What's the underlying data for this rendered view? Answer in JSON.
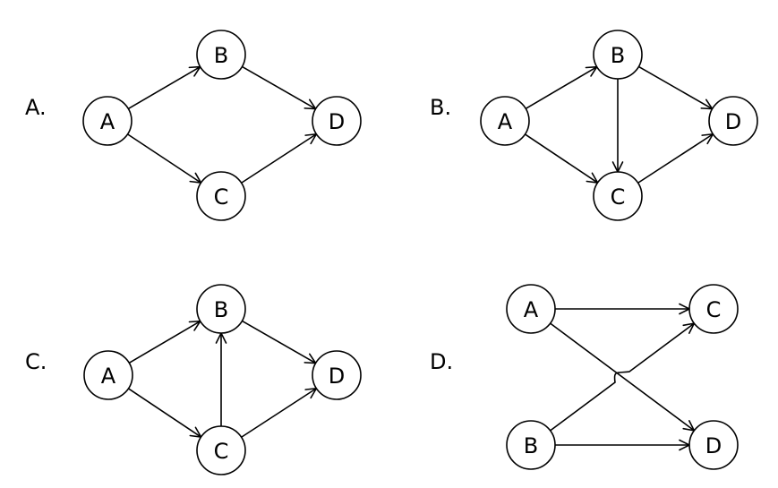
{
  "question": {
    "type": "multiple-choice-directed-graphs",
    "options": [
      {
        "id": "A",
        "label": "A.",
        "nodes": [
          "A",
          "B",
          "C",
          "D"
        ],
        "edges": [
          {
            "from": "A",
            "to": "B"
          },
          {
            "from": "A",
            "to": "C"
          },
          {
            "from": "B",
            "to": "D"
          },
          {
            "from": "C",
            "to": "D"
          }
        ]
      },
      {
        "id": "B",
        "label": "B.",
        "nodes": [
          "A",
          "B",
          "C",
          "D"
        ],
        "edges": [
          {
            "from": "A",
            "to": "B"
          },
          {
            "from": "A",
            "to": "C"
          },
          {
            "from": "B",
            "to": "C"
          },
          {
            "from": "B",
            "to": "D"
          },
          {
            "from": "C",
            "to": "D"
          }
        ]
      },
      {
        "id": "C",
        "label": "C.",
        "nodes": [
          "A",
          "B",
          "C",
          "D"
        ],
        "edges": [
          {
            "from": "A",
            "to": "B"
          },
          {
            "from": "A",
            "to": "C"
          },
          {
            "from": "C",
            "to": "B"
          },
          {
            "from": "B",
            "to": "D"
          },
          {
            "from": "C",
            "to": "D"
          }
        ]
      },
      {
        "id": "D",
        "label": "D.",
        "nodes": [
          "A",
          "B",
          "C",
          "D"
        ],
        "edges": [
          {
            "from": "A",
            "to": "C"
          },
          {
            "from": "A",
            "to": "D"
          },
          {
            "from": "B",
            "to": "C",
            "line_hop": true
          },
          {
            "from": "B",
            "to": "D"
          }
        ]
      }
    ]
  },
  "colors": {
    "stroke": "#000000",
    "background": "#ffffff"
  }
}
